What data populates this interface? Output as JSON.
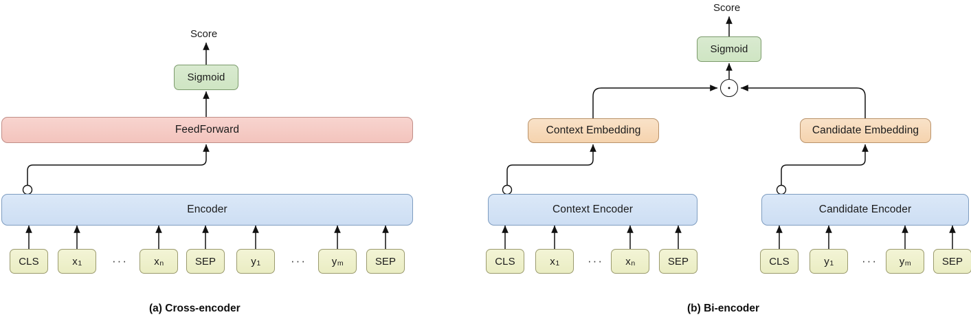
{
  "figure": {
    "background": "#ffffff",
    "colors": {
      "sigmoid_fill": "#d4e7cb",
      "feedforward_fill": "#f6cdc8",
      "encoder_fill": "#d4e4f7",
      "embedding_fill": "#f7dcc0",
      "token_fill": "#f0f2cf",
      "stroke": "#1a1a1a"
    }
  },
  "panel_a": {
    "caption": "(a) Cross-encoder",
    "output_label": "Score",
    "sigmoid": "Sigmoid",
    "feedforward": "FeedForward",
    "encoder": "Encoder",
    "ellipsis": "···",
    "tokens": [
      {
        "text": "CLS",
        "sub": ""
      },
      {
        "text": "x",
        "sub": "1"
      },
      {
        "text": "x",
        "sub": "n"
      },
      {
        "text": "SEP",
        "sub": ""
      },
      {
        "text": "y",
        "sub": "1"
      },
      {
        "text": "y",
        "sub": "m"
      },
      {
        "text": "SEP",
        "sub": ""
      }
    ]
  },
  "panel_b": {
    "caption": "(b) Bi-encoder",
    "output_label": "Score",
    "sigmoid": "Sigmoid",
    "dot_product_node": "·",
    "context_embedding": "Context Embedding",
    "candidate_embedding": "Candidate Embedding",
    "context_encoder": "Context Encoder",
    "candidate_encoder": "Candidate Encoder",
    "ellipsis": "···",
    "context_tokens": [
      {
        "text": "CLS",
        "sub": ""
      },
      {
        "text": "x",
        "sub": "1"
      },
      {
        "text": "x",
        "sub": "n"
      },
      {
        "text": "SEP",
        "sub": ""
      }
    ],
    "candidate_tokens": [
      {
        "text": "CLS",
        "sub": ""
      },
      {
        "text": "y",
        "sub": "1"
      },
      {
        "text": "y",
        "sub": "m"
      },
      {
        "text": "SEP",
        "sub": ""
      }
    ]
  }
}
